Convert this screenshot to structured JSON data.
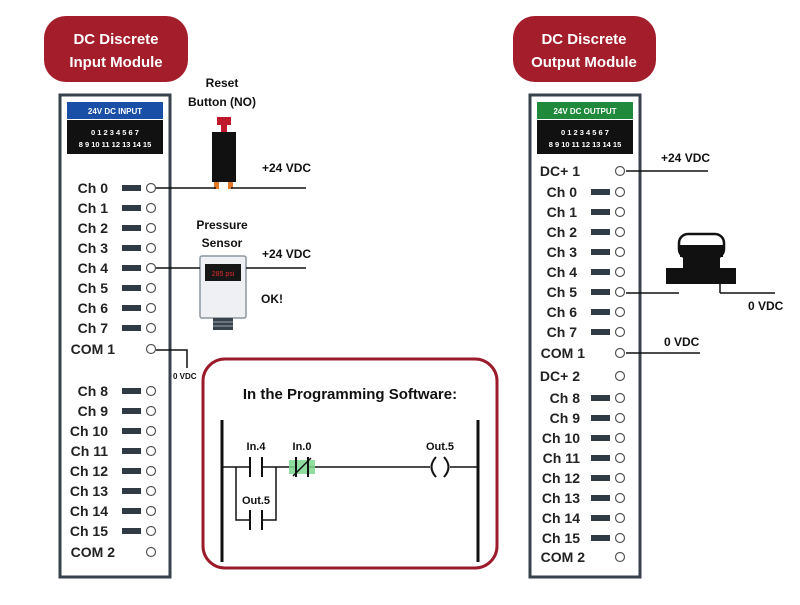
{
  "input_module": {
    "title_line1": "DC Discrete",
    "title_line2": "Input Module",
    "header": "24V DC INPUT",
    "header_color": "#1a4fa8",
    "indicator_row1": "0 1 2 3 4 5 6 7",
    "indicator_row2": "8 9 10 11 12 13 14 15",
    "rows_top": [
      "Ch 0",
      "Ch 1",
      "Ch 2",
      "Ch 3",
      "Ch 4",
      "Ch 5",
      "Ch 6",
      "Ch 7"
    ],
    "com1": "COM 1",
    "rows_bottom": [
      "Ch 8",
      "Ch 9",
      "Ch 10",
      "Ch 11",
      "Ch 12",
      "Ch 13",
      "Ch 14",
      "Ch 15"
    ],
    "com2": "COM 2"
  },
  "output_module": {
    "title_line1": "DC Discrete",
    "title_line2": "Output Module",
    "header": "24V DC OUTPUT",
    "header_color": "#1f8a3b",
    "indicator_row1": "0 1 2 3 4 5 6 7",
    "indicator_row2": "8 9 10 11 12 13 14 15",
    "dc1": "DC+ 1",
    "rows_top": [
      "Ch 0",
      "Ch 1",
      "Ch 2",
      "Ch 3",
      "Ch 4",
      "Ch 5",
      "Ch 6",
      "Ch 7"
    ],
    "com1": "COM 1",
    "dc2": "DC+ 2",
    "rows_bottom": [
      "Ch 8",
      "Ch 9",
      "Ch 10",
      "Ch 11",
      "Ch 12",
      "Ch 13",
      "Ch 14",
      "Ch 15"
    ],
    "com2": "COM 2"
  },
  "reset_button": {
    "label_line1": "Reset",
    "label_line2": "Button (NO)"
  },
  "pressure_sensor": {
    "label_line1": "Pressure",
    "label_line2": "Sensor",
    "display": "285 psi"
  },
  "wiring": {
    "v24_a": "+24 VDC",
    "v24_b": "+24 VDC",
    "v24_c": "+24 VDC",
    "v0_in": "0 VDC",
    "v0_out_com": "0 VDC",
    "v0_out_load": "0 VDC",
    "ok": "OK!"
  },
  "ladder": {
    "title": "In the Programming Software:",
    "contact1": "In.4",
    "contact2": "In.0",
    "coil": "Out.5",
    "seal_in": "Out.5",
    "highlight_color": "#7bd88f"
  },
  "colors": {
    "title_bg": "#a31d2b",
    "module_border": "#37424d",
    "panel_border": "#9b1b2a"
  }
}
